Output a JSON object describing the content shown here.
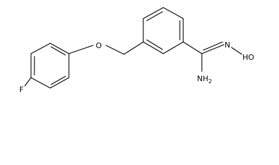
{
  "atoms": {
    "fluorine": "F",
    "ether_oxygen": "O",
    "hydroxyl": "HO",
    "imine_nitrogen": "N",
    "amine": {
      "base": "NH",
      "subscript": "2"
    }
  }
}
